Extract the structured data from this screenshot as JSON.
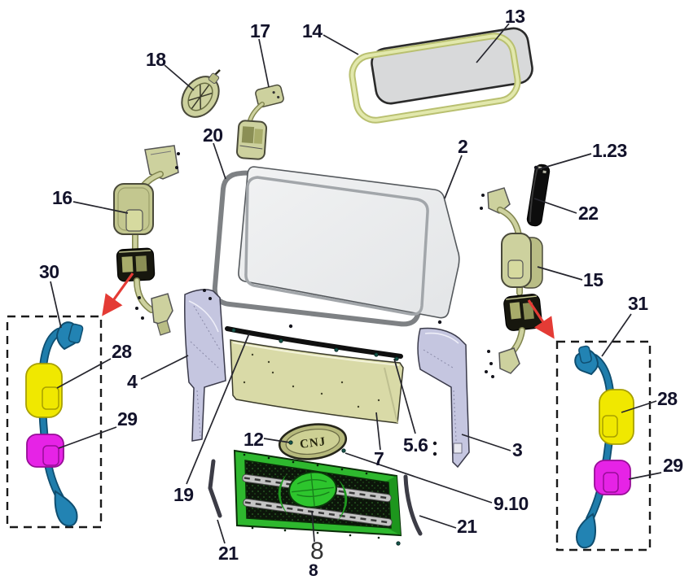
{
  "callouts": {
    "c13": "13",
    "c14": "14",
    "c17": "17",
    "c18": "18",
    "c20": "20",
    "c2": "2",
    "c1_23": "1.23",
    "c22": "22",
    "c16": "16",
    "c15": "15",
    "c30": "30",
    "c31": "31",
    "c28_left": "28",
    "c29_left": "29",
    "c28_right": "28",
    "c29_right": "29",
    "c4": "4",
    "c3": "3",
    "c19": "19",
    "c12": "12",
    "c7": "7",
    "c5_6": "5.6",
    "c9_10": "9.10",
    "c21_left": "21",
    "c21_right": "21",
    "c8": "8",
    "c8_partial": "8"
  },
  "emblem": {
    "text": "CNJ"
  },
  "colors": {
    "arrow_red": "#e43b35",
    "mirror_olive": "#cdd19e",
    "glass_gray": "#ebedee",
    "seal_gray": "#7e8184",
    "gasket_green": "#d9df9f",
    "pillar_lavender": "#c5c6e0",
    "cowl_beige": "#d9daa7",
    "grille_green": "#2eb82e",
    "chrome": "#c4c4c4",
    "arm_blue": "#1f7dab",
    "mirror_yellow": "#f0e800",
    "mirror_magenta": "#e623e6",
    "label_ink": "#12122a"
  }
}
